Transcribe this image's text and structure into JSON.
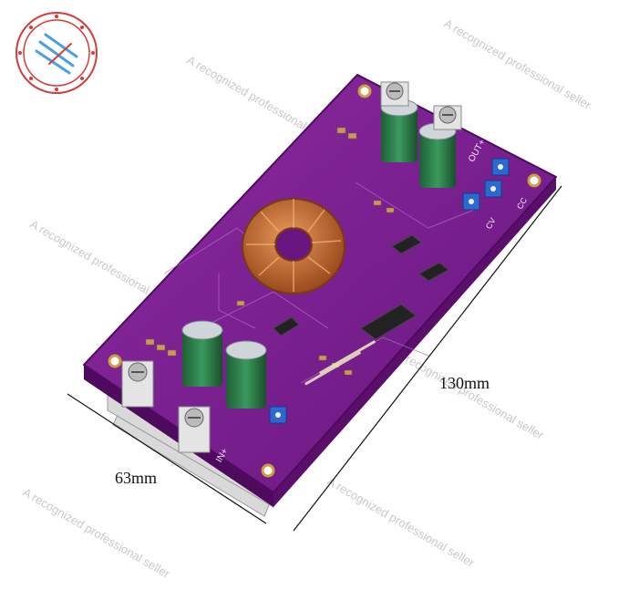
{
  "dimensions": {
    "width_label": "63mm",
    "length_label": "130mm"
  },
  "watermark": {
    "text": "A recognized professional seller"
  },
  "board_labels": {
    "out_plus": "OUT+",
    "in_plus": "IN+",
    "cv": "CV",
    "cc": "CC"
  },
  "colors": {
    "pcb": "#7a1f8c",
    "pcb_edge": "#5a0f6a",
    "copper": "#c7703a",
    "cap_green": "#2e7a4a"
  }
}
